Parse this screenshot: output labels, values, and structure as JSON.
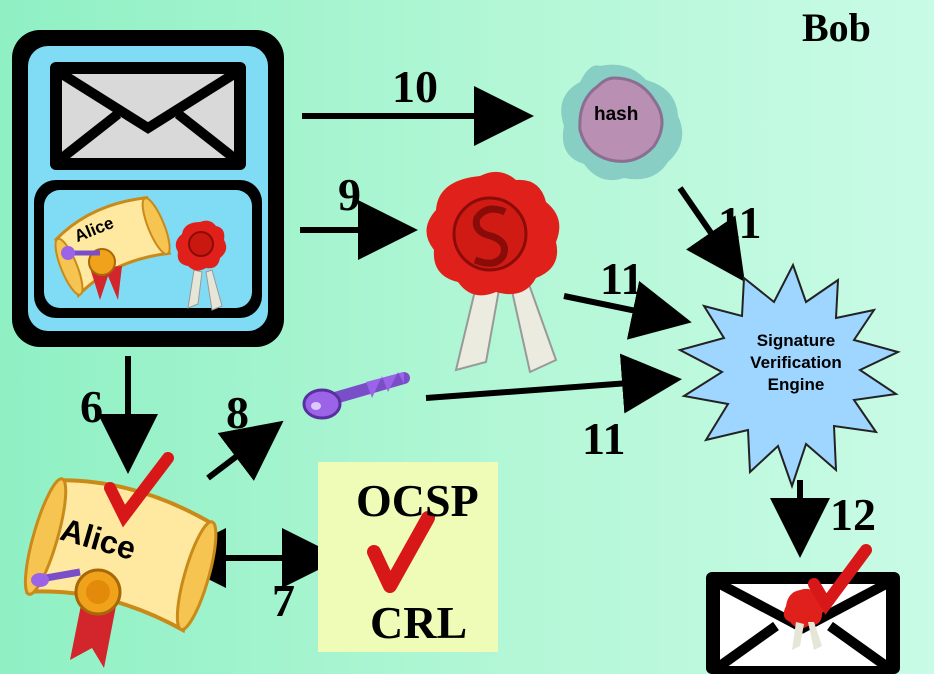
{
  "labels": {
    "bob": "Bob",
    "alice_small": "Alice",
    "alice_large": "Alice",
    "hash": "hash",
    "engine": [
      "Signature",
      "Verification",
      "Engine"
    ],
    "ocsp": "OCSP",
    "crl": "CRL"
  },
  "steps": {
    "s6": "6",
    "s7": "7",
    "s8": "8",
    "s9": "9",
    "s10": "10",
    "s11a": "11",
    "s11b": "11",
    "s11c": "11",
    "s12": "12"
  },
  "colors": {
    "background_left": "#8ff0c4",
    "background_right": "#c9fbe6",
    "message_panel": "#7fdcf4",
    "engine_fill": "#9fd6ff",
    "ocsp_box": "#eefcb8",
    "seal_red": "#e0201a",
    "check_red": "#d81818",
    "key_purple": "#9b63e8",
    "hash_blob": "#a98bc0"
  },
  "icons": [
    "envelope-icon",
    "certificate-scroll-icon",
    "wax-seal-icon",
    "key-icon",
    "hash-blob-icon",
    "starburst-icon",
    "checkmark-icon",
    "verified-envelope-icon"
  ]
}
